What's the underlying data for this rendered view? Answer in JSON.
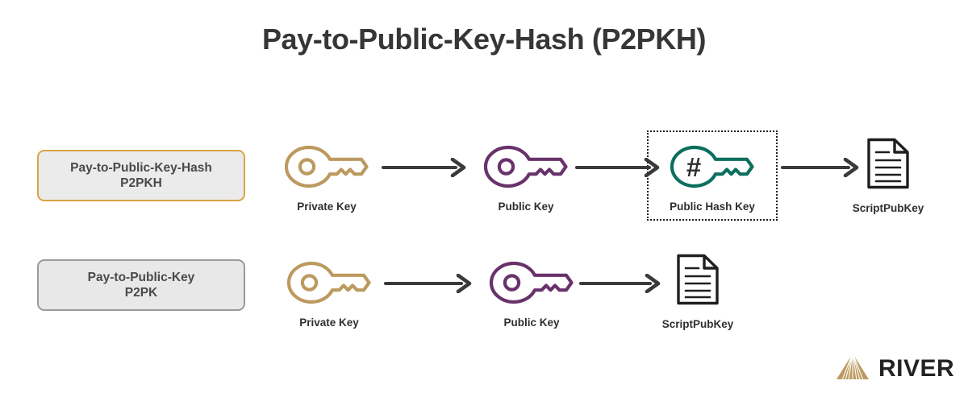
{
  "page": {
    "title": "Pay-to-Public-Key-Hash (P2PKH)",
    "background_color": "#ffffff"
  },
  "colors": {
    "title_text": "#363636",
    "private_key": "#bc9a5f",
    "public_key": "#69326b",
    "public_hash_key": "#0c6f5d",
    "document": "#1f1f1f",
    "arrow": "#3a3a3a",
    "row1_box_border": "#d9a441",
    "row1_box_fill": "#ebebeb",
    "row2_box_border": "#9a9a9a",
    "row2_box_fill": "#e8e8e8",
    "highlight_border": "#1f1f1f",
    "logo_mark": "#bc9a5f",
    "logo_wordmark": "#232323"
  },
  "rows": [
    {
      "id": "p2pkh",
      "box": {
        "line1": "Pay-to-Public-Key-Hash",
        "line2": "P2PKH",
        "text": "Pay-to-Public-Key-Hash\nP2PKH"
      },
      "nodes": [
        {
          "icon": "key-icon",
          "caption": "Private Key",
          "color": "#bc9a5f",
          "hash_glyph": ""
        },
        {
          "icon": "key-icon",
          "caption": "Public Key",
          "color": "#69326b",
          "hash_glyph": ""
        },
        {
          "icon": "key-hash-icon",
          "caption": "Public Hash Key",
          "color": "#0c6f5d",
          "hash_glyph": "#"
        },
        {
          "icon": "document-icon",
          "caption": "ScriptPubKey",
          "color": "#1f1f1f",
          "hash_glyph": ""
        }
      ],
      "arrow_count": 3,
      "highlighted_node": "Public Hash Key"
    },
    {
      "id": "p2pk",
      "box": {
        "line1": "Pay-to-Public-Key",
        "line2": "P2PK",
        "text": "Pay-to-Public-Key\nP2PK"
      },
      "nodes": [
        {
          "icon": "key-icon",
          "caption": "Private Key",
          "color": "#bc9a5f",
          "hash_glyph": ""
        },
        {
          "icon": "key-icon",
          "caption": "Public Key",
          "color": "#69326b",
          "hash_glyph": ""
        },
        {
          "icon": "document-icon",
          "caption": "ScriptPubKey",
          "color": "#1f1f1f",
          "hash_glyph": ""
        }
      ],
      "arrow_count": 2,
      "highlighted_node": ""
    }
  ],
  "logo": {
    "mark": "river-mountain-icon",
    "wordmark": "RIVER"
  }
}
